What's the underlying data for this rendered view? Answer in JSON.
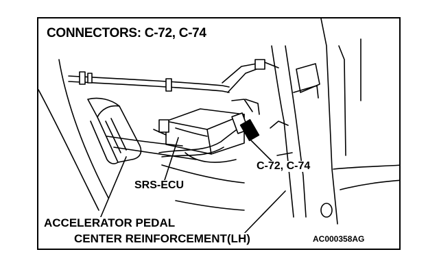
{
  "diagram": {
    "title": "CONNECTORS: C-72, C-74",
    "labels": {
      "connectors": "C-72, C-74",
      "srs_ecu": "SRS-ECU",
      "accelerator_pedal": "ACCELERATOR PEDAL",
      "center_reinforcement": "CENTER REINFORCEMENT(LH)"
    },
    "figure_code": "AC000358AG"
  }
}
